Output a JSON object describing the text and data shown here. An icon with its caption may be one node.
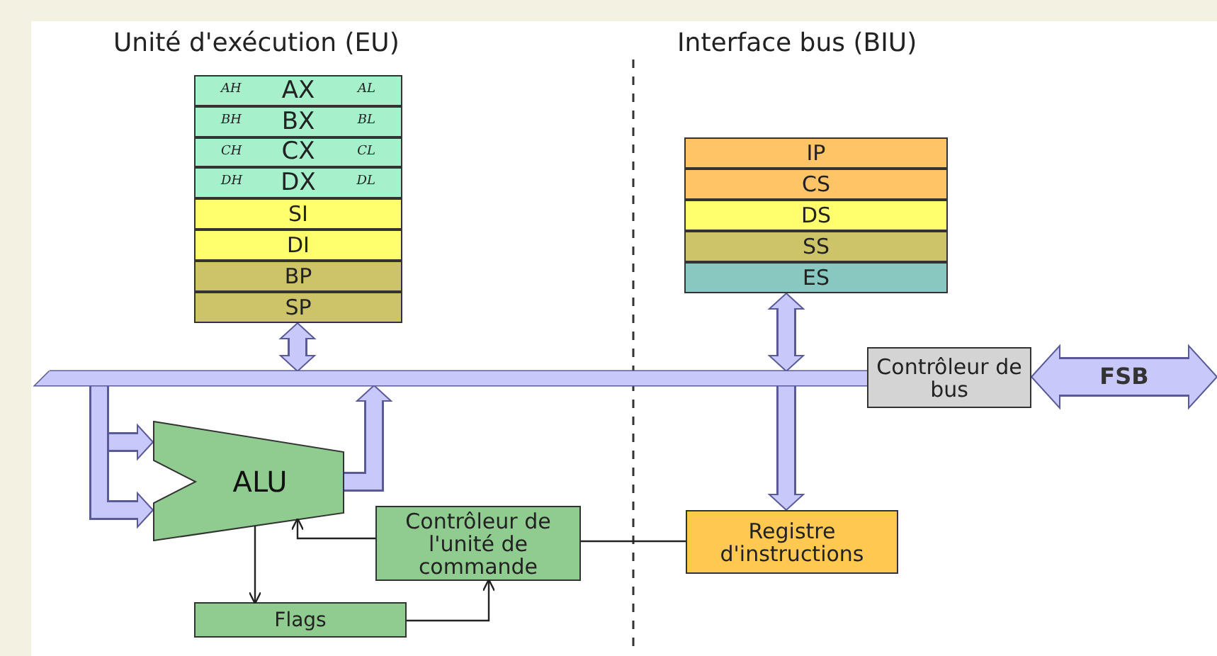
{
  "diagram": {
    "nodes": [
      {
        "text": [
          "AH",
          "AX",
          "AL"
        ]
      },
      {
        "text": [
          "BH",
          "BX",
          "BL"
        ]
      },
      {
        "text": [
          "CH",
          "CX",
          "CL"
        ]
      },
      {
        "text": [
          "DH",
          "DX",
          "DL"
        ]
      },
      {
        "text": [
          "SI"
        ]
      },
      {
        "text": [
          "DI"
        ]
      },
      {
        "text": [
          "BP"
        ]
      },
      {
        "text": [
          "SP"
        ]
      },
      {
        "text": [
          "IP"
        ]
      },
      {
        "text": [
          "CS"
        ]
      },
      {
        "text": [
          "DS"
        ]
      },
      {
        "text": [
          "SS"
        ]
      },
      {
        "text": [
          "ES"
        ]
      },
      {
        "text": [],
        "shape": "bar"
      },
      {
        "text": [
          "Contrôleur de bus"
        ]
      },
      {
        "text": [
          "ALU"
        ]
      },
      {
        "text": [
          "Contrôleur de l'unité de commande"
        ]
      },
      {
        "text": [
          "Registre d'instructions"
        ]
      },
      {
        "text": [
          "Flags"
        ]
      }
    ],
    "edges": [
      {
        "from": 7,
        "to": 13,
        "arrow": "both"
      },
      {
        "from": 12,
        "to": 13,
        "arrow": "both"
      },
      {
        "from": 13,
        "to": 17,
        "arrow": "to"
      },
      {
        "from": 13,
        "to": 15,
        "arrow": "to"
      },
      {
        "from": 13,
        "to": 15,
        "arrow": "to"
      },
      {
        "from": 15,
        "to": 13,
        "arrow": "to"
      },
      {
        "from": 14,
        "to": null,
        "arrow": "both",
        "label": "FSB",
        "style": "thick"
      },
      {
        "from": 15,
        "to": 18,
        "arrow": "to",
        "color": "#222222"
      },
      {
        "from": 18,
        "to": 16,
        "arrow": "to",
        "color": "#222222"
      },
      {
        "from": 16,
        "to": 15,
        "arrow": "to",
        "color": "#222222"
      },
      {
        "from": 17,
        "to": 16,
        "arrow": "none",
        "color": "#222222"
      }
    ],
    "labels": [
      "Unité d'exécution (EU)",
      "Interface bus (BIU)"
    ]
  }
}
